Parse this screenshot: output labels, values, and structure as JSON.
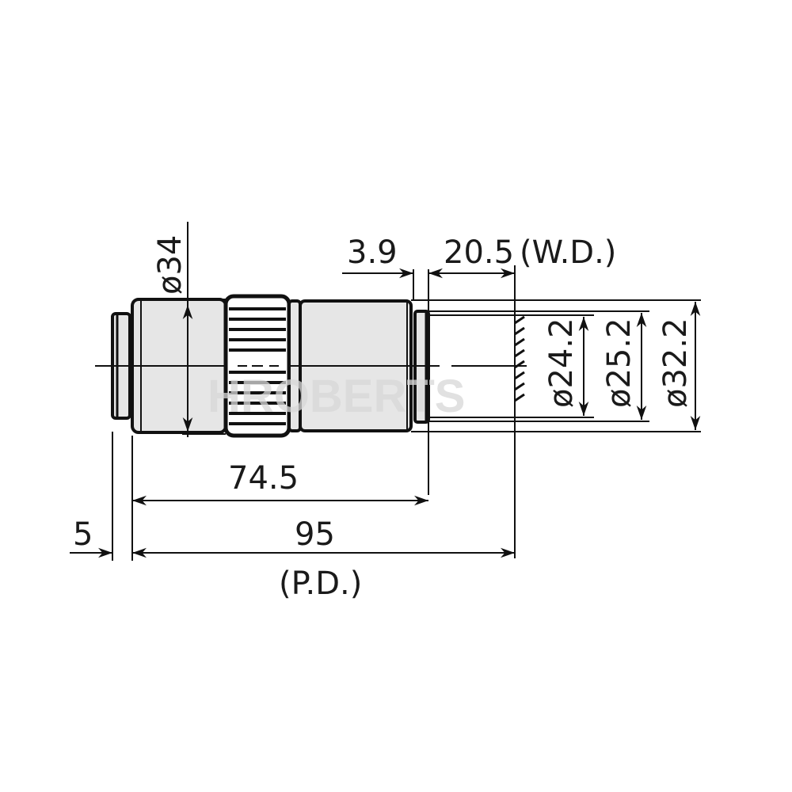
{
  "diagram": {
    "type": "technical-drawing",
    "subject": "microscope objective lens dimensions",
    "watermark": "HROBERTS",
    "dimensions": {
      "outer_diameter": "ø34",
      "front_offset": "3.9",
      "working_distance": "20.5",
      "working_distance_label": "(W.D.)",
      "inner_diameter_1": "ø24.2",
      "inner_diameter_2": "ø25.2",
      "inner_diameter_3": "ø32.2",
      "body_length": "74.5",
      "parfocal_distance": "95",
      "parfocal_label": "(P.D.)",
      "thread_length": "5"
    },
    "colors": {
      "line": "#111111",
      "barrel_fill": "#e6e6e6",
      "background": "#ffffff"
    }
  }
}
